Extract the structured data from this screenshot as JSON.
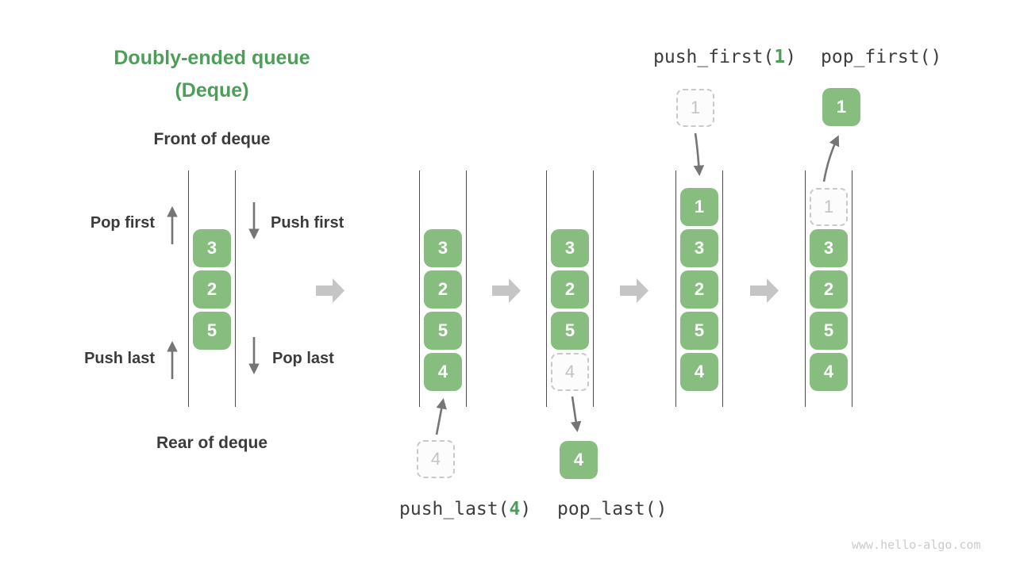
{
  "title": {
    "line1": "Doubly-ended queue",
    "line2": "(Deque)"
  },
  "demo": {
    "front_label": "Front of deque",
    "rear_label": "Rear of deque",
    "pop_first_label": "Pop first",
    "push_first_label": "Push first",
    "push_last_label": "Push last",
    "pop_last_label": "Pop last",
    "cells": [
      {
        "v": "3",
        "t": "solid"
      },
      {
        "v": "2",
        "t": "solid"
      },
      {
        "v": "5",
        "t": "solid"
      }
    ]
  },
  "states": [
    {
      "name": "after-push-last",
      "cells": [
        {
          "v": "3",
          "t": "solid"
        },
        {
          "v": "2",
          "t": "solid"
        },
        {
          "v": "5",
          "t": "solid"
        },
        {
          "v": "4",
          "t": "solid"
        }
      ]
    },
    {
      "name": "after-pop-last",
      "cells": [
        {
          "v": "3",
          "t": "solid"
        },
        {
          "v": "2",
          "t": "solid"
        },
        {
          "v": "5",
          "t": "solid"
        },
        {
          "v": "4",
          "t": "dashed"
        }
      ]
    },
    {
      "name": "after-push-first",
      "cells": [
        {
          "v": "1",
          "t": "solid"
        },
        {
          "v": "3",
          "t": "solid"
        },
        {
          "v": "2",
          "t": "solid"
        },
        {
          "v": "5",
          "t": "solid"
        },
        {
          "v": "4",
          "t": "solid"
        }
      ]
    },
    {
      "name": "after-pop-first",
      "cells": [
        {
          "v": "1",
          "t": "dashed"
        },
        {
          "v": "3",
          "t": "solid"
        },
        {
          "v": "2",
          "t": "solid"
        },
        {
          "v": "5",
          "t": "solid"
        },
        {
          "v": "4",
          "t": "solid"
        }
      ]
    }
  ],
  "floating": {
    "push_last_box": {
      "value": "4",
      "type": "dashed"
    },
    "pop_last_box": {
      "value": "4",
      "type": "solid"
    },
    "push_first_box": {
      "value": "1",
      "type": "dashed"
    },
    "pop_first_box": {
      "value": "1",
      "type": "solid"
    }
  },
  "ops": {
    "push_first": {
      "pre": "push_first(",
      "arg": "1",
      "post": ")"
    },
    "pop_first": "pop_first()",
    "push_last": {
      "pre": "push_last(",
      "arg": "4",
      "post": ")"
    },
    "pop_last": "pop_last()"
  },
  "watermark": "www.hello-algo.com",
  "colors": {
    "cell_green": "#87BE80",
    "title_green": "#4C9E58",
    "text_dark": "#3B3B3B",
    "thin_arrow_gray": "#757575",
    "block_arrow_gray": "#C5C5C5",
    "column_line": "#4D4D4D",
    "dashed_border": "#C9C9C9",
    "dashed_text": "#C3C3C3",
    "watermark_gray": "#CBCBCB"
  }
}
